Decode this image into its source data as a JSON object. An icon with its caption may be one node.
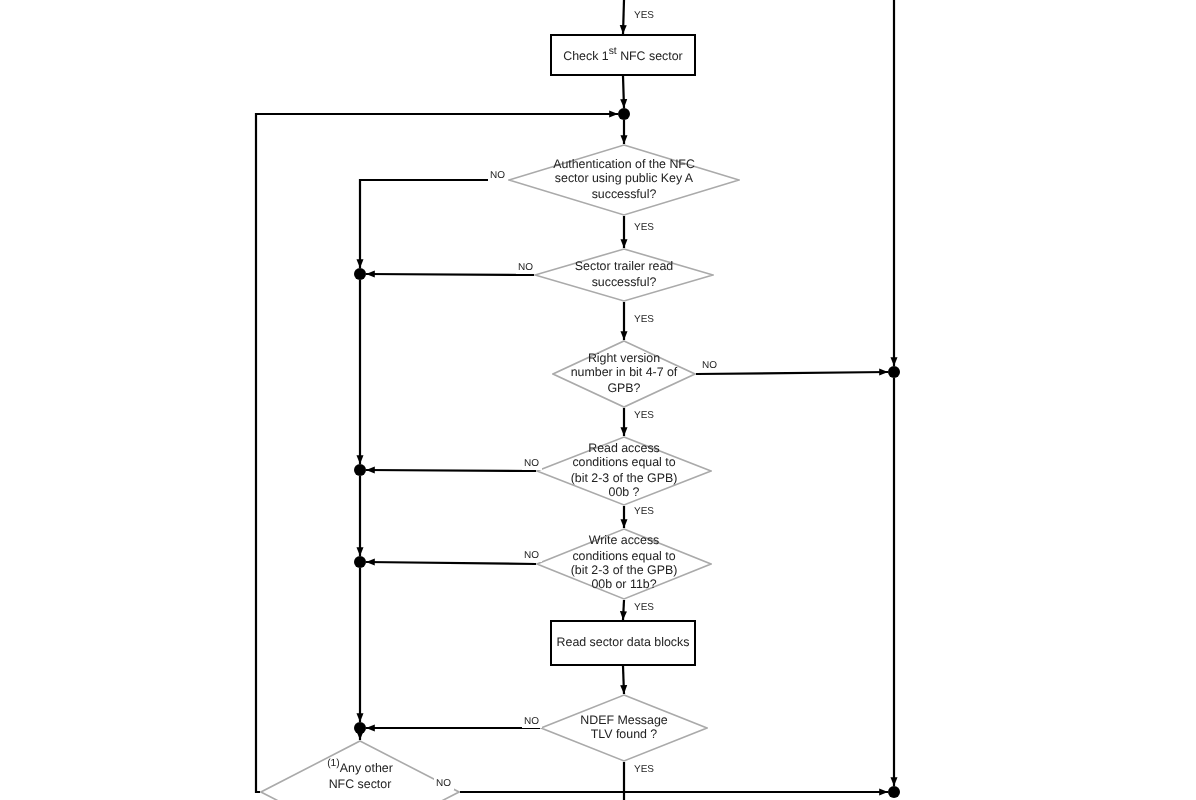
{
  "diagram": {
    "nodes": [
      {
        "text": [
          "Check 1$^{st}$ NFC sector"
        ]
      },
      {
        "text": [],
        "shape": "circle"
      },
      {
        "text": [
          "Authentication of the NFC sector using public Key A successful?"
        ]
      },
      {
        "text": [],
        "shape": "circle"
      },
      {
        "text": [
          "Sector trailer read successful?"
        ]
      },
      {
        "text": [
          "Right version number in bit 4-7 of GPB?"
        ]
      },
      {
        "text": [],
        "shape": "circle"
      },
      {
        "text": [],
        "shape": "circle"
      },
      {
        "text": [
          "Read access conditions equal to (bit 2-3 of the GPB) 00b ?"
        ]
      },
      {
        "text": [],
        "shape": "circle"
      },
      {
        "text": [
          "Write access conditions equal to (bit 2-3 of the GPB) 00b or 11b?"
        ]
      },
      {
        "text": [
          "Read sector data blocks"
        ]
      },
      {
        "text": [],
        "shape": "circle"
      },
      {
        "text": [
          "NDEF Message TLV found ?"
        ]
      },
      {
        "text": [
          "$^{(1)}$Any other NFC sector"
        ]
      },
      {
        "text": [],
        "shape": "circle"
      }
    ],
    "edges": [
      {
        "from": null,
        "to": 0,
        "arrow": "to",
        "label": "YES"
      },
      {
        "from": 0,
        "to": 1,
        "arrow": "to"
      },
      {
        "from": 14,
        "to": 1,
        "arrow": "to"
      },
      {
        "from": 1,
        "to": 2,
        "arrow": "to"
      },
      {
        "from": 2,
        "to": 3,
        "arrow": "to",
        "label": "NO"
      },
      {
        "from": 2,
        "to": 4,
        "arrow": "to",
        "label": "YES"
      },
      {
        "from": 4,
        "to": 3,
        "arrow": "to",
        "label": "NO"
      },
      {
        "from": 4,
        "to": 5,
        "arrow": "to",
        "label": "YES"
      },
      {
        "from": 5,
        "to": 6,
        "arrow": "to",
        "label": "NO"
      },
      {
        "from": null,
        "to": 6,
        "arrow": "to"
      },
      {
        "from": 3,
        "to": 7,
        "arrow": "to"
      },
      {
        "from": 5,
        "to": 8,
        "arrow": "to",
        "label": "YES"
      },
      {
        "from": 8,
        "to": 7,
        "arrow": "to",
        "label": "NO"
      },
      {
        "from": 7,
        "to": 9,
        "arrow": "to"
      },
      {
        "from": 8,
        "to": 10,
        "arrow": "to",
        "label": "YES"
      },
      {
        "from": 10,
        "to": 9,
        "arrow": "to",
        "label": "NO"
      },
      {
        "from": 10,
        "to": 11,
        "arrow": "to",
        "label": "YES"
      },
      {
        "from": 9,
        "to": 12,
        "arrow": "to"
      },
      {
        "from": 11,
        "to": 13,
        "arrow": "to"
      },
      {
        "from": 13,
        "to": 12,
        "arrow": "to",
        "label": "NO"
      },
      {
        "from": 12,
        "to": 14,
        "arrow": "to"
      },
      {
        "from": 13,
        "to": null,
        "arrow": "none",
        "label": "YES"
      },
      {
        "from": 14,
        "to": 15,
        "arrow": "to",
        "label": "NO"
      },
      {
        "from": 6,
        "to": 15,
        "arrow": "to"
      }
    ]
  }
}
